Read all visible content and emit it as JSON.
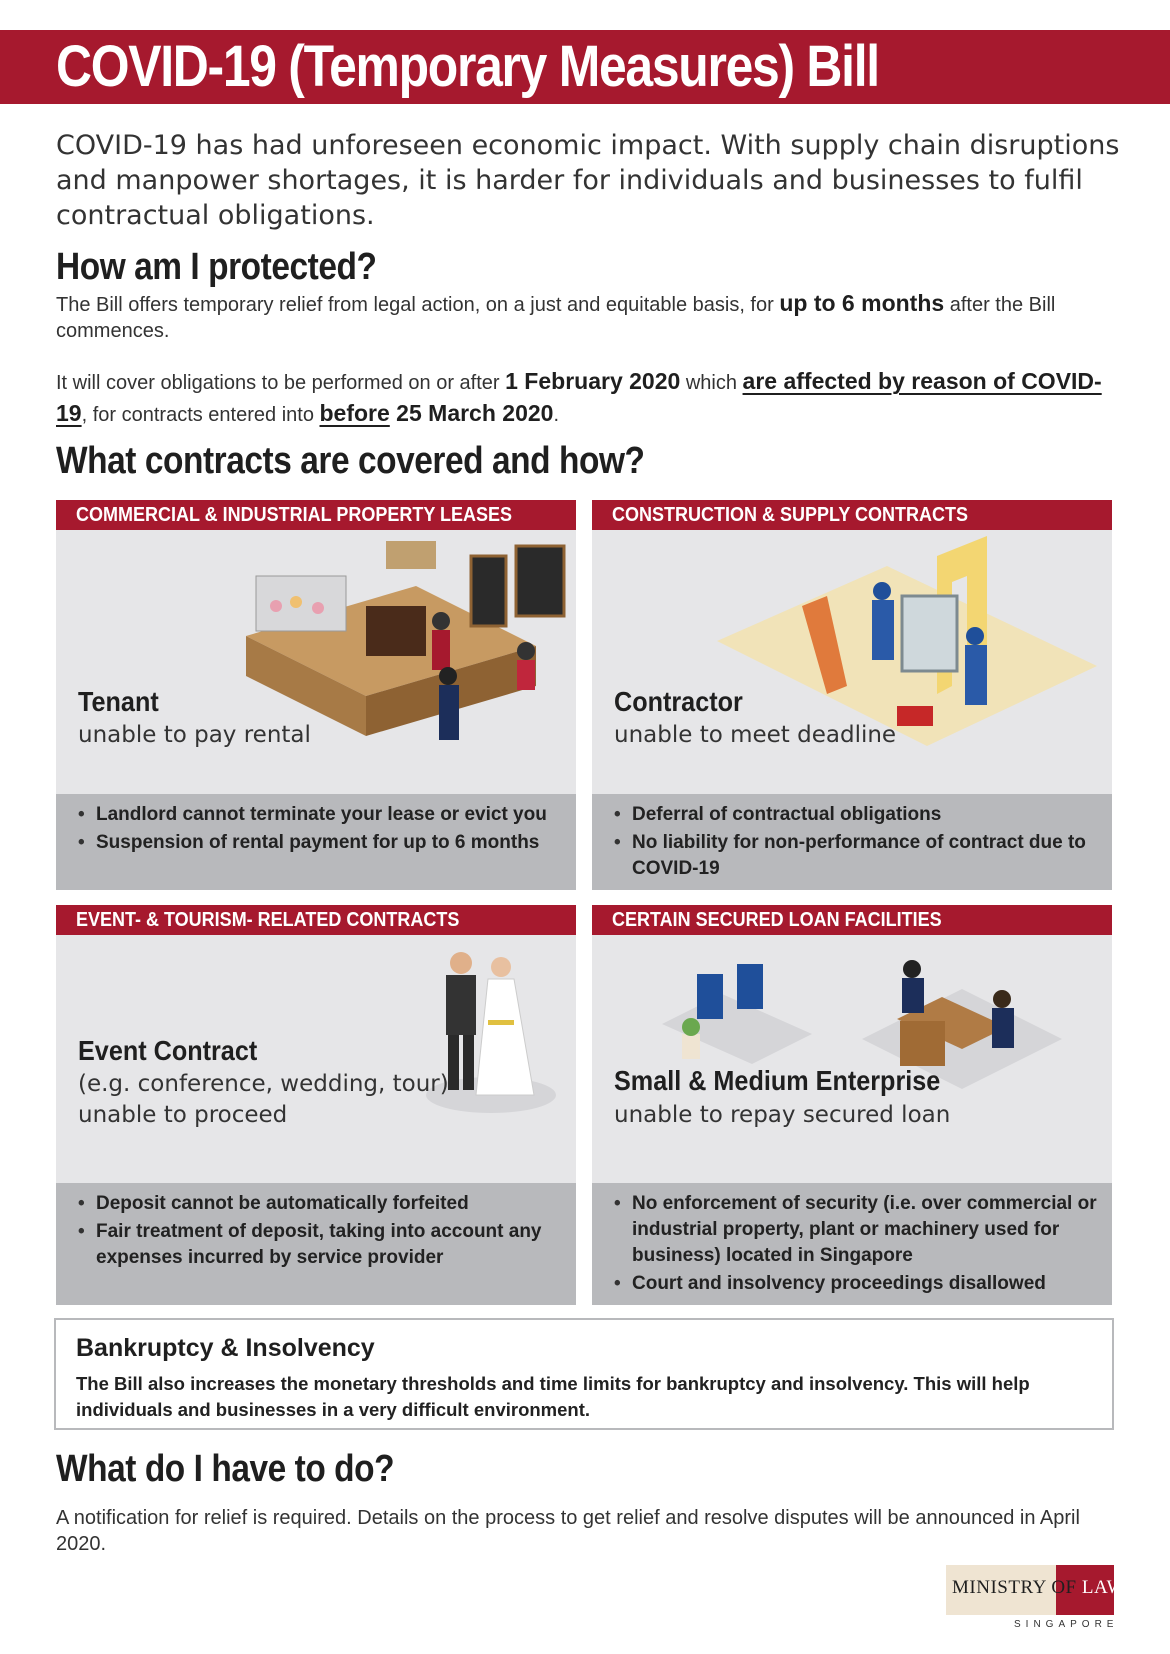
{
  "title": "COVID-19 (Temporary Measures) Bill",
  "intro": "COVID-19 has had unforeseen economic impact. With supply chain disruptions and manpower shortages, it is harder for individuals and businesses to fulfil contractual obligations.",
  "protected": {
    "heading": "How am I protected?",
    "p1_a": "The Bill offers temporary relief from legal action, on a just and equitable basis, for ",
    "p1_b": "up to 6 months",
    "p1_c": " after the Bill commences.",
    "p2_a": "It will cover obligations to be performed on or after ",
    "p2_b": "1 February 2020",
    "p2_c": " which ",
    "p2_d": "are affected by reason of COVID-19",
    "p2_e": ", for contracts entered into ",
    "p2_f": "before",
    "p2_g": " 25 March 2020",
    "p2_h": "."
  },
  "covered": {
    "heading": "What contracts are covered and how?",
    "cards": [
      {
        "header": "COMMERCIAL & INDUSTRIAL PROPERTY LEASES",
        "role": "Tenant",
        "sub": "unable to pay rental",
        "bullets": [
          "Landlord cannot terminate your lease or evict you",
          "Suspension of rental payment for up to 6 months"
        ]
      },
      {
        "header": "CONSTRUCTION & SUPPLY CONTRACTS",
        "role": "Contractor",
        "sub": "unable to meet deadline",
        "bullets": [
          "Deferral of contractual obligations",
          "No liability for non-performance of contract due to COVID-19"
        ]
      },
      {
        "header": "EVENT- & TOURISM- RELATED CONTRACTS",
        "role": "Event Contract",
        "sub": "(e.g. conference, wedding, tour)",
        "sub2": "unable to proceed",
        "bullets": [
          "Deposit cannot be automatically forfeited",
          "Fair treatment of deposit, taking into account any expenses incurred by service provider"
        ]
      },
      {
        "header": "CERTAIN SECURED LOAN FACILITIES",
        "role": "Small & Medium Enterprise",
        "sub": "unable to repay secured loan",
        "bullets": [
          "No enforcement of security (i.e. over commercial or industrial property, plant or machinery used for business) located in Singapore",
          "Court and insolvency proceedings disallowed"
        ]
      }
    ]
  },
  "bankruptcy": {
    "title": "Bankruptcy & Insolvency",
    "text": "The Bill also increases the monetary thresholds and time limits for bankruptcy and insolvency. This will help individuals and businesses in a very difficult environment."
  },
  "todo": {
    "heading": "What do I have to do?",
    "text": "A notification for relief is required. Details on the process to get relief and resolve disputes will be announced in April 2020."
  },
  "logo": {
    "part1": "MINISTRY OF ",
    "part2": "LAW",
    "sub": "SINGAPORE"
  },
  "colors": {
    "brand_red": "#a6192e",
    "card_bg": "#e6e6e8",
    "bullet_bg": "#b8b9bc"
  }
}
